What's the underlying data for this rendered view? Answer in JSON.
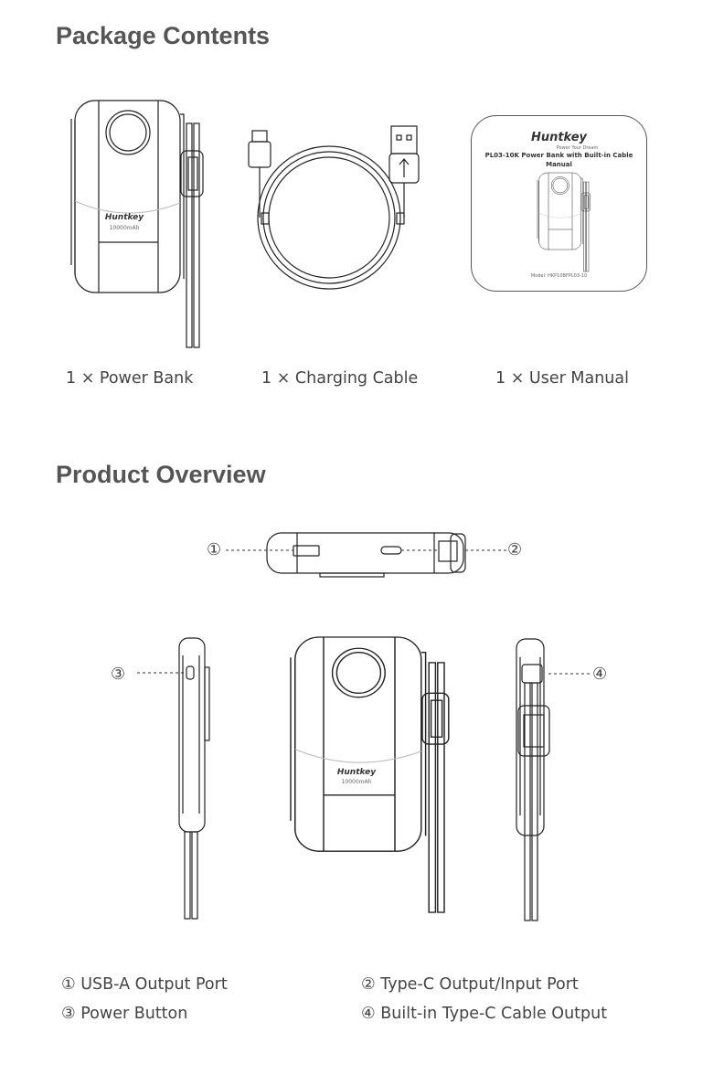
{
  "package": {
    "title": "Package Contents",
    "items": [
      {
        "caption": "1 × Power Bank"
      },
      {
        "caption": "1 × Charging Cable"
      },
      {
        "caption": "1 × User Manual"
      }
    ],
    "device_brand": "Huntkey",
    "device_capacity": "10000mAh",
    "manual": {
      "brand": "Huntkey",
      "tagline": "Power Your Dream",
      "title": "PL03-10K Power Bank with Built-in Cable",
      "subtitle": "Manual",
      "model": "Model: HKP10BFPL03-10"
    }
  },
  "overview": {
    "title": "Product Overview",
    "markers": [
      "①",
      "②",
      "③",
      "④"
    ],
    "legend": [
      "① USB-A Output Port",
      "② Type-C Output/Input Port",
      "③ Power Button",
      "④ Built-in Type-C Cable Output"
    ]
  }
}
